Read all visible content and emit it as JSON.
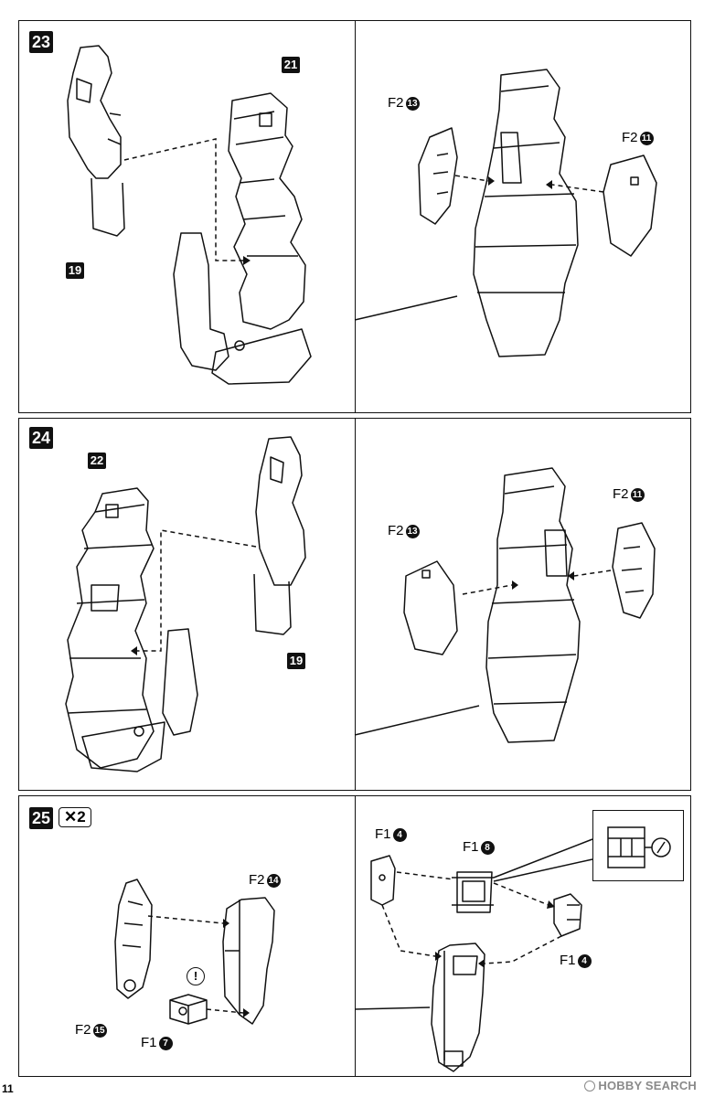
{
  "steps": {
    "s23": {
      "number": "23",
      "parts": {
        "p21": "21",
        "p19": "19"
      },
      "runners": {
        "left_ref": {
          "runner": "F2",
          "num": "13"
        },
        "right_ref": {
          "runner": "F2",
          "num": "11"
        }
      }
    },
    "s24": {
      "number": "24",
      "parts": {
        "p22": "22",
        "p19": "19"
      },
      "runners": {
        "left_ref": {
          "runner": "F2",
          "num": "13"
        },
        "right_ref": {
          "runner": "F2",
          "num": "11"
        }
      }
    },
    "s25": {
      "number": "25",
      "multiplier": "✕2",
      "caution": "!",
      "runners": {
        "f2_14": {
          "runner": "F2",
          "num": "14"
        },
        "f2_15": {
          "runner": "F2",
          "num": "15"
        },
        "f1_7": {
          "runner": "F1",
          "num": "7"
        },
        "f1_4_top": {
          "runner": "F1",
          "num": "4"
        },
        "f1_8": {
          "runner": "F1",
          "num": "8"
        },
        "f1_4_bottom": {
          "runner": "F1",
          "num": "4"
        }
      }
    }
  },
  "page_number": "11",
  "watermark": "HOBBY SEARCH"
}
